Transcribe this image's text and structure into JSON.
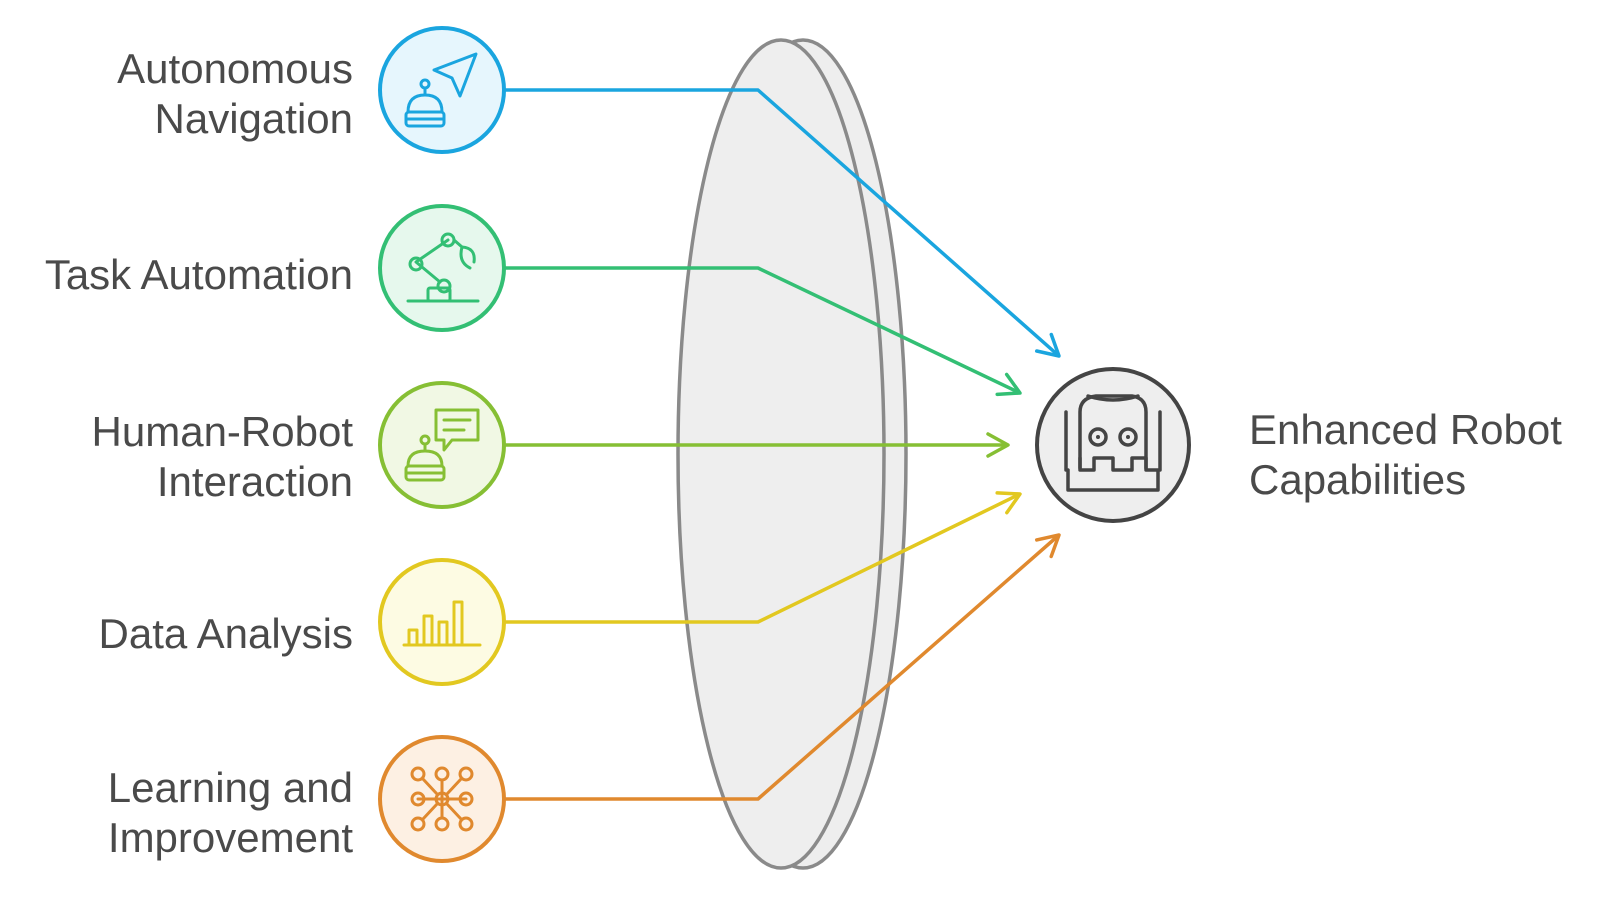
{
  "inputs": [
    {
      "id": "nav",
      "lines": [
        "Autonomous",
        "Navigation"
      ],
      "color": "#1aa5df",
      "fill": "#e6f6fd",
      "icon": "robot-navigation-icon"
    },
    {
      "id": "task",
      "lines": [
        "Task Automation"
      ],
      "color": "#33bf74",
      "fill": "#e6f8ed",
      "icon": "robotic-arm-icon"
    },
    {
      "id": "hri",
      "lines": [
        "Human-Robot",
        "Interaction"
      ],
      "color": "#86bf34",
      "fill": "#f1f8e4",
      "icon": "robot-chat-icon"
    },
    {
      "id": "data",
      "lines": [
        "Data Analysis"
      ],
      "color": "#e2c820",
      "fill": "#fdfbe3",
      "icon": "bar-chart-icon"
    },
    {
      "id": "learn",
      "lines": [
        "Learning and",
        "Improvement"
      ],
      "color": "#e0892e",
      "fill": "#fdf0e3",
      "icon": "neural-network-icon"
    }
  ],
  "output": {
    "lines": [
      "Enhanced Robot",
      "Capabilities"
    ],
    "color": "#444444",
    "fill": "#eeeeee",
    "icon": "robot-face-icon"
  },
  "lens": {
    "stroke": "#8a8a8a",
    "fill": "#eeeeee"
  }
}
